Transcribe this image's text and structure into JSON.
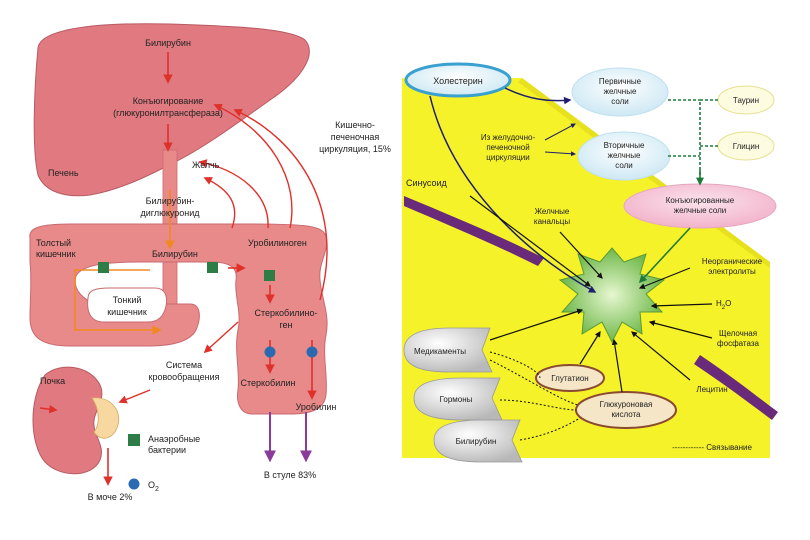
{
  "colors": {
    "liver": "#e07a80",
    "intestine": "#e88a8a",
    "kidney": "#e07a80",
    "arrow_red": "#e0302a",
    "arrow_orange": "#f08a20",
    "arrow_purple": "#8a3a9a",
    "bacteria_green": "#2e7d46",
    "oxygen_blue": "#2a6ab0",
    "yellow_panel": "#f6f22a",
    "bubble_blue": "#e0f1f8",
    "bubble_pink": "#f6c6d8",
    "micelle_green": "#7fc34e"
  },
  "left": {
    "bilirubin_top": "Билирубин",
    "conjugation_1": "Конъюгирование",
    "conjugation_2": "(глюкуронилтрансфераза)",
    "liver": "Печень",
    "bile": "Желчь",
    "diglucuronide_1": "Билирубин-",
    "diglucuronide_2": "диглюкуронид",
    "circulation_1": "Кишечно-",
    "circulation_2": "печеночная",
    "circulation_3": "циркуляция, 15%",
    "colon_1": "Толстый",
    "colon_2": "кишечник",
    "bilirubin_mid": "Билирубин",
    "urobilinogen": "Уробилиноген",
    "small_1": "Тонкий",
    "small_2": "кишечник",
    "stercobilinogen_1": "Стеркобилино-",
    "stercobilinogen_2": "ген",
    "blood_1": "Система",
    "blood_2": "кровообращения",
    "kidney": "Почка",
    "stercobilin": "Стеркобилин",
    "urobilin": "Уробилин",
    "legend_bacteria_1": "Анаэробные",
    "legend_bacteria_2": "бактерии",
    "legend_o2": "O",
    "legend_o2_sub": "2",
    "in_stool": "В стуле 83%",
    "in_urine": "В моче 2%"
  },
  "right": {
    "cholesterol": "Холестерин",
    "primary_1": "Первичные",
    "primary_2": "желчные",
    "primary_3": "соли",
    "taurine": "Таурин",
    "enterohepatic_1": "Из желудочно-",
    "enterohepatic_2": "печеночной",
    "enterohepatic_3": "циркуляции",
    "secondary_1": "Вторичные",
    "secondary_2": "желчные",
    "secondary_3": "соли",
    "glycine": "Глицин",
    "sinusoid": "Синусоид",
    "conjugated_1": "Конъюгированные",
    "conjugated_2": "желчные соли",
    "canaliculi_1": "Желчные",
    "canaliculi_2": "канальцы",
    "electrolytes_1": "Неорганические",
    "electrolytes_2": "электролиты",
    "water": "H",
    "water_sub": "2",
    "water_end": "O",
    "phosphatase_1": "Щелочная",
    "phosphatase_2": "фосфатаза",
    "drugs": "Медикаменты",
    "glutathione": "Глутатион",
    "lecithin": "Лецитин",
    "hormones": "Гормоны",
    "glucuronic_1": "Глюкуроновая",
    "glucuronic_2": "кислота",
    "bilirubin": "Билирубин",
    "binding": "------------ Связывание"
  }
}
